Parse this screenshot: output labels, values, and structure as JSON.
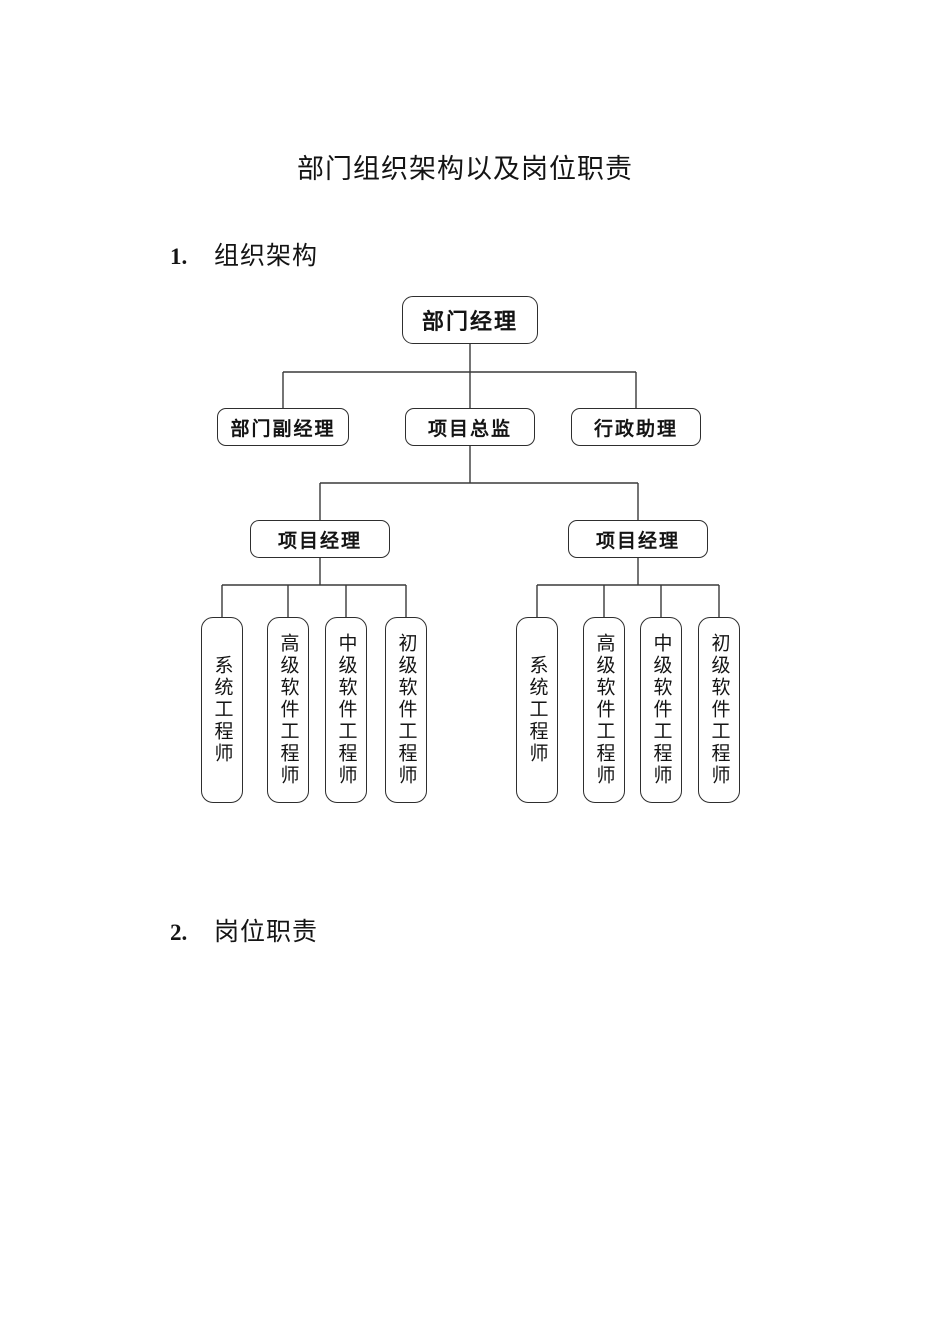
{
  "document": {
    "title": "部门组织架构以及岗位职责",
    "sections": [
      {
        "number": "1.",
        "heading": "组织架构"
      },
      {
        "number": "2.",
        "heading": "岗位职责"
      }
    ]
  },
  "org_chart": {
    "root": {
      "label": "部门经理"
    },
    "level2": [
      {
        "label": "部门副经理"
      },
      {
        "label": "项目总监"
      },
      {
        "label": "行政助理"
      }
    ],
    "teams": [
      {
        "manager": "项目经理",
        "roles": [
          "系统工程师",
          "高级软件工程师",
          "中级软件工程师",
          "初级软件工程师"
        ]
      },
      {
        "manager": "项目经理",
        "roles": [
          "系统工程师",
          "高级软件工程师",
          "中级软件工程师",
          "初级软件工程师"
        ]
      }
    ],
    "line_color": "#3a3a3a"
  }
}
